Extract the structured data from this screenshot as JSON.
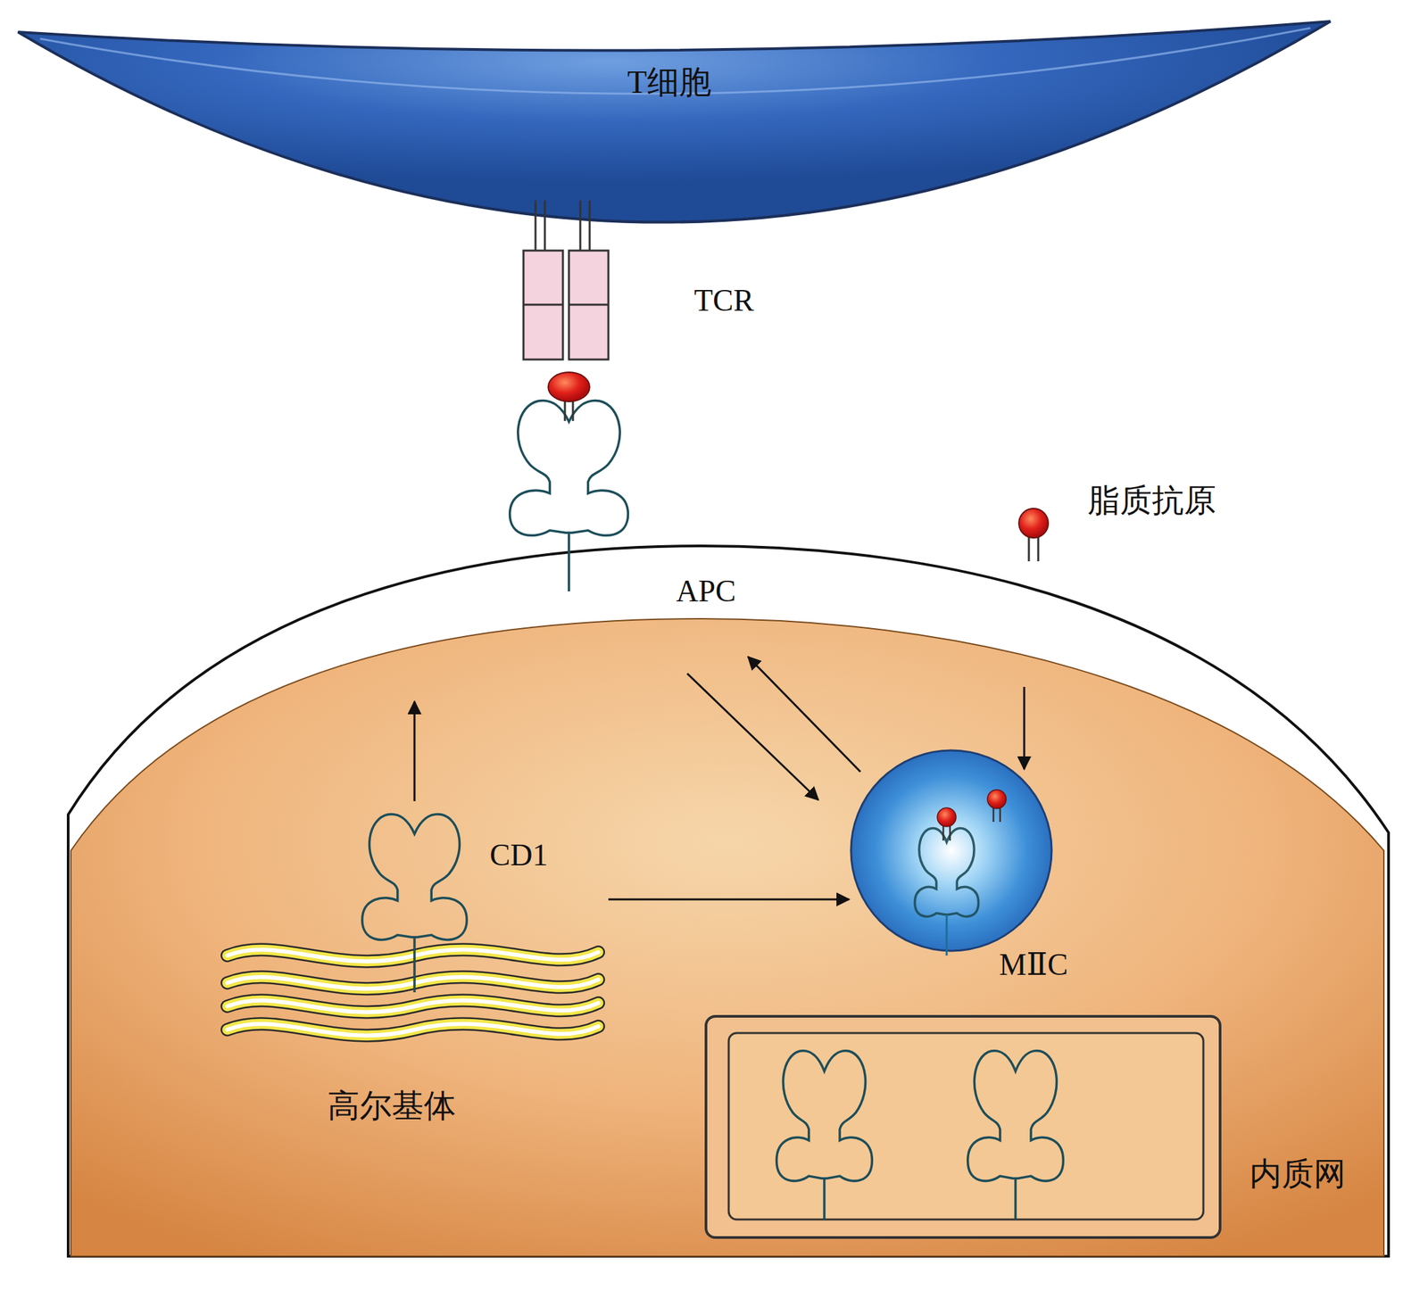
{
  "diagram": {
    "nodes": [
      {
        "text": [
          "T细胞"
        ]
      },
      {
        "text": [
          "APC"
        ]
      },
      {
        "text": [
          "高尔基体"
        ],
        "in": 1
      },
      {
        "text": [
          "MⅡC"
        ],
        "in": 1
      },
      {
        "text": [
          "内质网"
        ],
        "in": 1
      }
    ],
    "edges": [
      {
        "from": 2,
        "to": 3,
        "arrow": "to"
      }
    ],
    "labels": [
      "TCR",
      "脂质抗原",
      "CD1"
    ]
  }
}
